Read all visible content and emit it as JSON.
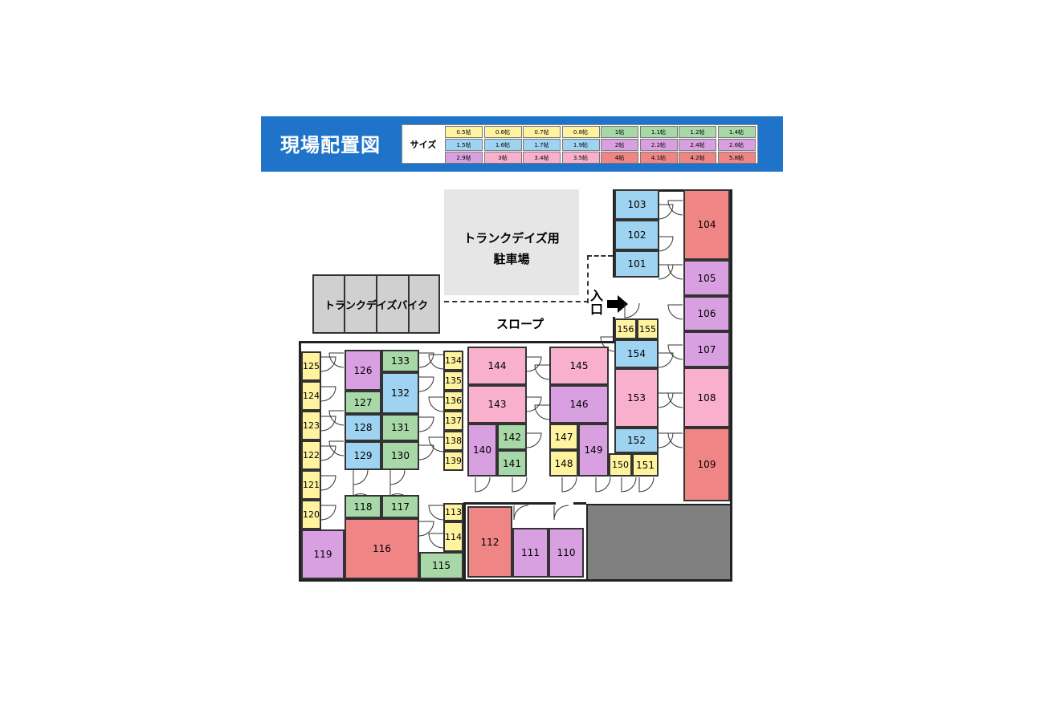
{
  "header": {
    "title": "現場配置図",
    "size_label": "サイズ",
    "legend": [
      {
        "label": "0.5帖",
        "color": "#fff3a0"
      },
      {
        "label": "0.6帖",
        "color": "#fff3a0"
      },
      {
        "label": "0.7帖",
        "color": "#fff3a0"
      },
      {
        "label": "0.8帖",
        "color": "#fff3a0"
      },
      {
        "label": "1帖",
        "color": "#a8d8a8"
      },
      {
        "label": "1.1帖",
        "color": "#a8d8a8"
      },
      {
        "label": "1.2帖",
        "color": "#a8d8a8"
      },
      {
        "label": "1.4帖",
        "color": "#a8d8a8"
      },
      {
        "label": "1.5帖",
        "color": "#9ed4f2"
      },
      {
        "label": "1.6帖",
        "color": "#9ed4f2"
      },
      {
        "label": "1.7帖",
        "color": "#9ed4f2"
      },
      {
        "label": "1.9帖",
        "color": "#9ed4f2"
      },
      {
        "label": "2帖",
        "color": "#d8a0e0"
      },
      {
        "label": "2.2帖",
        "color": "#d8a0e0"
      },
      {
        "label": "2.4帖",
        "color": "#d8a0e0"
      },
      {
        "label": "2.6帖",
        "color": "#d8a0e0"
      },
      {
        "label": "2.9帖",
        "color": "#d8a0e0"
      },
      {
        "label": "3帖",
        "color": "#f8b0cc"
      },
      {
        "label": "3.4帖",
        "color": "#f8b0cc"
      },
      {
        "label": "3.5帖",
        "color": "#f8b0cc"
      },
      {
        "label": "4帖",
        "color": "#f08585"
      },
      {
        "label": "4.1帖",
        "color": "#f08585"
      },
      {
        "label": "4.2帖",
        "color": "#f08585"
      },
      {
        "label": "5.8帖",
        "color": "#f08585"
      }
    ]
  },
  "map": {
    "parking_line1": "トランクデイズ用",
    "parking_line2": "駐車場",
    "bike_label": "トランクデイズバイク",
    "slope_label": "スロープ",
    "entrance_label": "入口"
  },
  "units": [
    {
      "no": "101",
      "color": "#9ed4f2"
    },
    {
      "no": "102",
      "color": "#9ed4f2"
    },
    {
      "no": "103",
      "color": "#9ed4f2"
    },
    {
      "no": "104",
      "color": "#f08585"
    },
    {
      "no": "105",
      "color": "#d8a0e0"
    },
    {
      "no": "106",
      "color": "#d8a0e0"
    },
    {
      "no": "107",
      "color": "#d8a0e0"
    },
    {
      "no": "108",
      "color": "#f8b0cc"
    },
    {
      "no": "109",
      "color": "#f08585"
    },
    {
      "no": "110",
      "color": "#d8a0e0"
    },
    {
      "no": "111",
      "color": "#d8a0e0"
    },
    {
      "no": "112",
      "color": "#f08585"
    },
    {
      "no": "113",
      "color": "#fff3a0"
    },
    {
      "no": "114",
      "color": "#fff3a0"
    },
    {
      "no": "115",
      "color": "#a8d8a8"
    },
    {
      "no": "116",
      "color": "#f08585"
    },
    {
      "no": "117",
      "color": "#a8d8a8"
    },
    {
      "no": "118",
      "color": "#a8d8a8"
    },
    {
      "no": "119",
      "color": "#d8a0e0"
    },
    {
      "no": "120",
      "color": "#fff3a0"
    },
    {
      "no": "121",
      "color": "#fff3a0"
    },
    {
      "no": "122",
      "color": "#fff3a0"
    },
    {
      "no": "123",
      "color": "#fff3a0"
    },
    {
      "no": "124",
      "color": "#fff3a0"
    },
    {
      "no": "125",
      "color": "#fff3a0"
    },
    {
      "no": "126",
      "color": "#d8a0e0"
    },
    {
      "no": "127",
      "color": "#a8d8a8"
    },
    {
      "no": "128",
      "color": "#9ed4f2"
    },
    {
      "no": "129",
      "color": "#9ed4f2"
    },
    {
      "no": "130",
      "color": "#a8d8a8"
    },
    {
      "no": "131",
      "color": "#a8d8a8"
    },
    {
      "no": "132",
      "color": "#9ed4f2"
    },
    {
      "no": "133",
      "color": "#a8d8a8"
    },
    {
      "no": "134",
      "color": "#fff3a0"
    },
    {
      "no": "135",
      "color": "#fff3a0"
    },
    {
      "no": "136",
      "color": "#fff3a0"
    },
    {
      "no": "137",
      "color": "#fff3a0"
    },
    {
      "no": "138",
      "color": "#fff3a0"
    },
    {
      "no": "139",
      "color": "#fff3a0"
    },
    {
      "no": "140",
      "color": "#d8a0e0"
    },
    {
      "no": "141",
      "color": "#a8d8a8"
    },
    {
      "no": "142",
      "color": "#a8d8a8"
    },
    {
      "no": "143",
      "color": "#f8b0cc"
    },
    {
      "no": "144",
      "color": "#f8b0cc"
    },
    {
      "no": "145",
      "color": "#f8b0cc"
    },
    {
      "no": "146",
      "color": "#d8a0e0"
    },
    {
      "no": "147",
      "color": "#fff3a0"
    },
    {
      "no": "148",
      "color": "#fff3a0"
    },
    {
      "no": "149",
      "color": "#d8a0e0"
    },
    {
      "no": "150",
      "color": "#fff3a0"
    },
    {
      "no": "151",
      "color": "#fff3a0"
    },
    {
      "no": "152",
      "color": "#9ed4f2"
    },
    {
      "no": "153",
      "color": "#f8b0cc"
    },
    {
      "no": "154",
      "color": "#9ed4f2"
    },
    {
      "no": "155",
      "color": "#fff3a0"
    },
    {
      "no": "156",
      "color": "#fff3a0"
    }
  ]
}
